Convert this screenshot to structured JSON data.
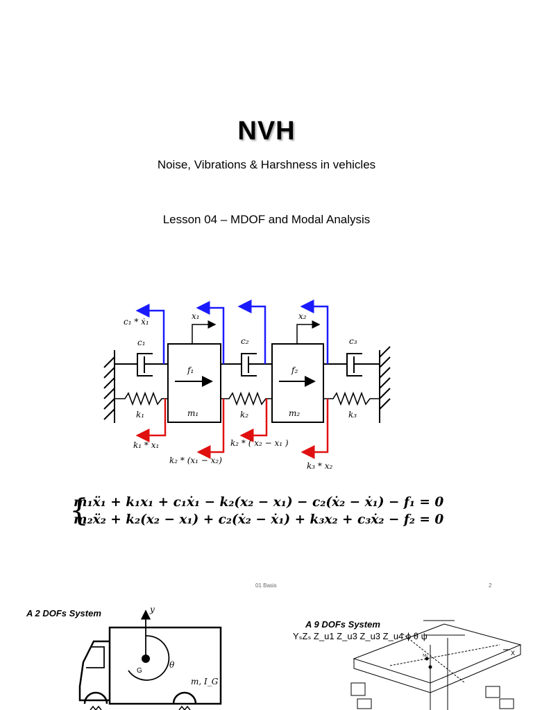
{
  "slide1": {
    "title": "NVH",
    "subtitle": "Noise, Vibrations & Harshness in vehicles",
    "lesson": "Lesson 04 –  MDOF and Modal Analysis"
  },
  "diagram": {
    "force_c1": "c₁ * ẋ₁",
    "x1": "x₁",
    "x2": "x₂",
    "c1": "c₁",
    "c2": "c₂",
    "c3": "c₃",
    "f1": "f₁",
    "f2": "f₂",
    "m1": "m₁",
    "m2": "m₂",
    "k1": "k₁",
    "k2": "k₂",
    "k3": "k₃",
    "force_k1": "k₁ * x₁",
    "force_k2_a": "k₂ * ( x₂ − x₁ )",
    "force_k2_b": "k₂ * (x₁ − x₂)",
    "force_k3": "k₃ * x₂",
    "colors": {
      "damper_force": "#1a1aff",
      "spring_force": "#e01010"
    }
  },
  "equations": {
    "line1": "m₁ẍ₁ + k₁x₁ + c₁ẋ₁ − k₂(x₂ − x₁) − c₂(ẋ₂ − ẋ₁) − f₁ = 0",
    "line2": "m₂ẍ₂ + k₂(x₂ − x₁) + c₂(ẋ₂ − ẋ₁) + k₃x₂ + c₃ẋ₂ − f₂ = 0"
  },
  "footer": {
    "label": "01 Basis",
    "page": "2"
  },
  "slide2": {
    "left_caption": "A 2 DOFs System",
    "truck_labels": {
      "y": "y",
      "theta": "θ",
      "g": "G",
      "mass": "m, I_G"
    },
    "right_caption": "A 9 DOFs System",
    "right_vars": "YₛZₛ Z_u1 Z_u3 Z_u3 Z_u4 ϕ θ ψ"
  }
}
